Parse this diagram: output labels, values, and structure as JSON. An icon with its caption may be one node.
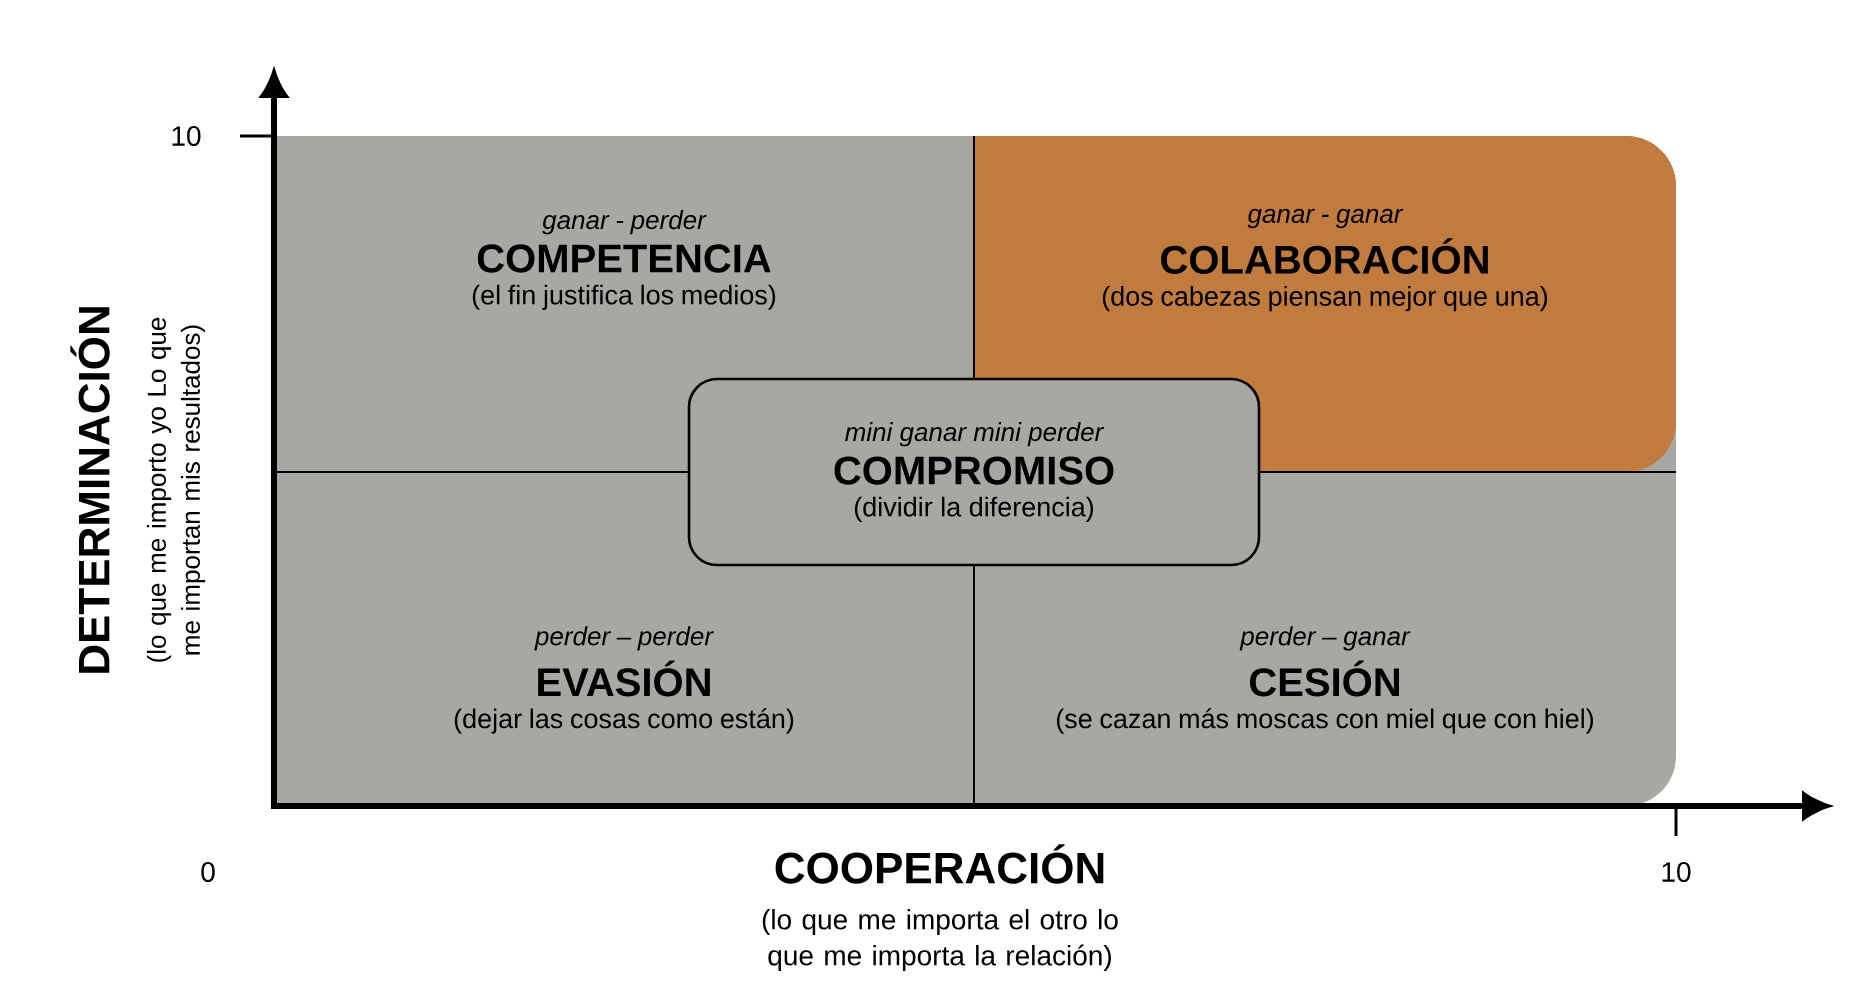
{
  "diagram": {
    "nodes": [
      {
        "text": [
          "ganar - perder",
          "COMPETENCIA",
          "(el fin justifica los medios)"
        ]
      },
      {
        "text": [
          "ganar - ganar",
          "COLABORACIÓN",
          "(dos cabezas piensan mejor que una)"
        ]
      },
      {
        "text": [
          "perder – perder",
          "EVASIÓN",
          "(dejar las cosas como están)"
        ]
      },
      {
        "text": [
          "perder – ganar",
          "CESIÓN",
          "(se cazan más moscas con miel que con hiel)"
        ]
      },
      {
        "text": [
          "mini ganar mini perder",
          "COMPROMISO",
          "(dividir la diferencia)"
        ]
      }
    ],
    "labels": [
      "10",
      "DETERMINACIÓN",
      "(lo que me importo yo Lo que me importan mis resultados)",
      "0",
      "COOPERACIÓN",
      "10",
      "(lo que me importa el otro lo que me importa la relación)"
    ]
  }
}
